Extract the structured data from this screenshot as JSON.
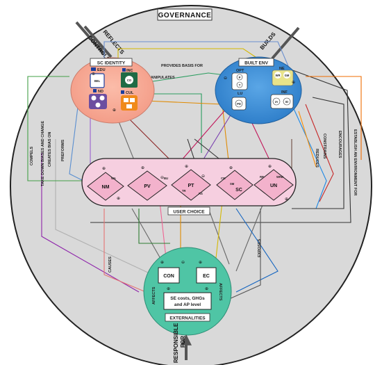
{
  "title": "GOVERNANCE",
  "edge_labels": {
    "reflects": "REFLECTS",
    "controls": "CONTROLS",
    "builds": "BUILDS",
    "provides_basis_for": "PROVIDES BASIS FOR",
    "manipulates": "MANIPULATES",
    "compels": "COMPELS",
    "take_down_biases": "TAKE DOWN BIASES AND CHANGE",
    "creates_bias_on": "CREATES BIAS ON",
    "preforms": "PREFORMS",
    "constrains": "CONSTRAINS",
    "reduces": "REDUCES",
    "encourages": "ENCOURAGES",
    "establish_env": "ESTABLISH AN ENVIRONMENT FOR",
    "causes": "CAUSES",
    "exposes": "EXPOSES",
    "affects_left": "AFFECTS",
    "affects_right": "AFFECTS",
    "responsible_for": "RESPONSIBLE FOR"
  },
  "sc_identity": {
    "title": "SC IDENTITY",
    "edu": "EDU",
    "inc": "INC",
    "bel": "BEL",
    "nd": "ND",
    "co": "CO",
    "cul": "CUL"
  },
  "built_env": {
    "title": "BUILT ENV",
    "opt": "OPT",
    "ne": "NE",
    "wr": "WR",
    "gm": "GM",
    "lu": "LU",
    "inf": "INF",
    "pd": "PD",
    "ia": "IA",
    "id": "ID",
    "p": "P",
    "t": "T"
  },
  "user_choice": {
    "title": "USER CHOICE",
    "nodes": [
      "NM",
      "PV",
      "PT",
      "SC",
      "UN"
    ],
    "small_labels": [
      "WA",
      "BU",
      "TR",
      "RS",
      "CM",
      "SM",
      "RP",
      "WRB"
    ]
  },
  "externalities": {
    "title": "EXTERNALITIES",
    "con": "CON",
    "ec": "EC",
    "outcome": "SE costs, GHGs and AP level"
  },
  "colors": {
    "background_circle": "#d9d9d9",
    "sc_identity": "#f7a793",
    "built_env": "#3b8fd6",
    "user_choice": "#f6cfe0",
    "externalities": "#4fc5a5"
  },
  "signs": {
    "plus": "⊕",
    "minus": "⊖"
  }
}
